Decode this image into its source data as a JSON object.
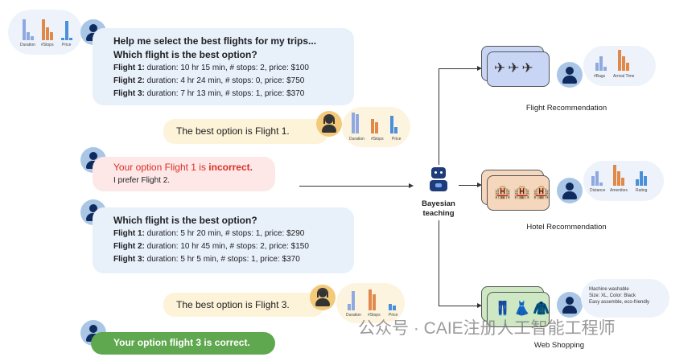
{
  "colors": {
    "blue_bar": "#8fa9e0",
    "orange_bar": "#e0894a",
    "dark_blue_bar": "#4a8fd9",
    "user_bubble": "#e8f0fa",
    "agent_bubble": "#fdf3d8",
    "incorrect": "#d93025",
    "correct_bg": "#5fa84f"
  },
  "chat": {
    "user_prefs_1": [
      "Duration",
      "#Stops",
      "Price"
    ],
    "q1": {
      "title1": "Help me select the best flights for my trips...",
      "title2": "Which flight is the best option?",
      "flights": [
        {
          "label": "Flight 1:",
          "text": "duration: 10 hr 15 min, # stops: 2, price: $100"
        },
        {
          "label": "Flight 2:",
          "text": "duration: 4 hr 24 min, # stops: 0, price: $750"
        },
        {
          "label": "Flight 3:",
          "text": "duration: 7 hr 13 min, # stops: 1, price: $370"
        }
      ]
    },
    "a1": "The best option is Flight 1.",
    "agent_prefs_1": [
      "Duration",
      "#Stops",
      "Price"
    ],
    "feedback1": {
      "prefix": "Your option Flight 1 is ",
      "emph": "incorrect.",
      "line2": "I prefer Flight 2."
    },
    "q2": {
      "title": "Which flight is the best option?",
      "flights": [
        {
          "label": "Flight 1:",
          "text": "duration: 5 hr 20 min, # stops: 1, price: $290"
        },
        {
          "label": "Flight 2:",
          "text": "duration: 10 hr 45 min, # stops: 2, price: $150"
        },
        {
          "label": "Flight 3:",
          "text": "duration: 5 hr 5 min, # stops: 1, price: $370"
        }
      ]
    },
    "a2": "The best option is Flight 3.",
    "agent_prefs_2": [
      "Duration",
      "#Stops",
      "Price"
    ],
    "feedback2": "Your option flight 3 is correct."
  },
  "center": {
    "line1": "Bayesian",
    "line2": "teaching"
  },
  "tasks": [
    {
      "title": "Flight Recommendation",
      "prefs": [
        "#Bags",
        "Arrival Time"
      ]
    },
    {
      "title": "Hotel Recommendation",
      "prefs": [
        "Distance",
        "Amenities",
        "Rating"
      ]
    },
    {
      "title": "Web Shopping",
      "prefs": [
        "Machine washable",
        "Size: XL, Color: Black",
        "Easy assemble, eco-friendly"
      ]
    }
  ],
  "watermark": "公众号 · CAIE注册人工智能工程师"
}
